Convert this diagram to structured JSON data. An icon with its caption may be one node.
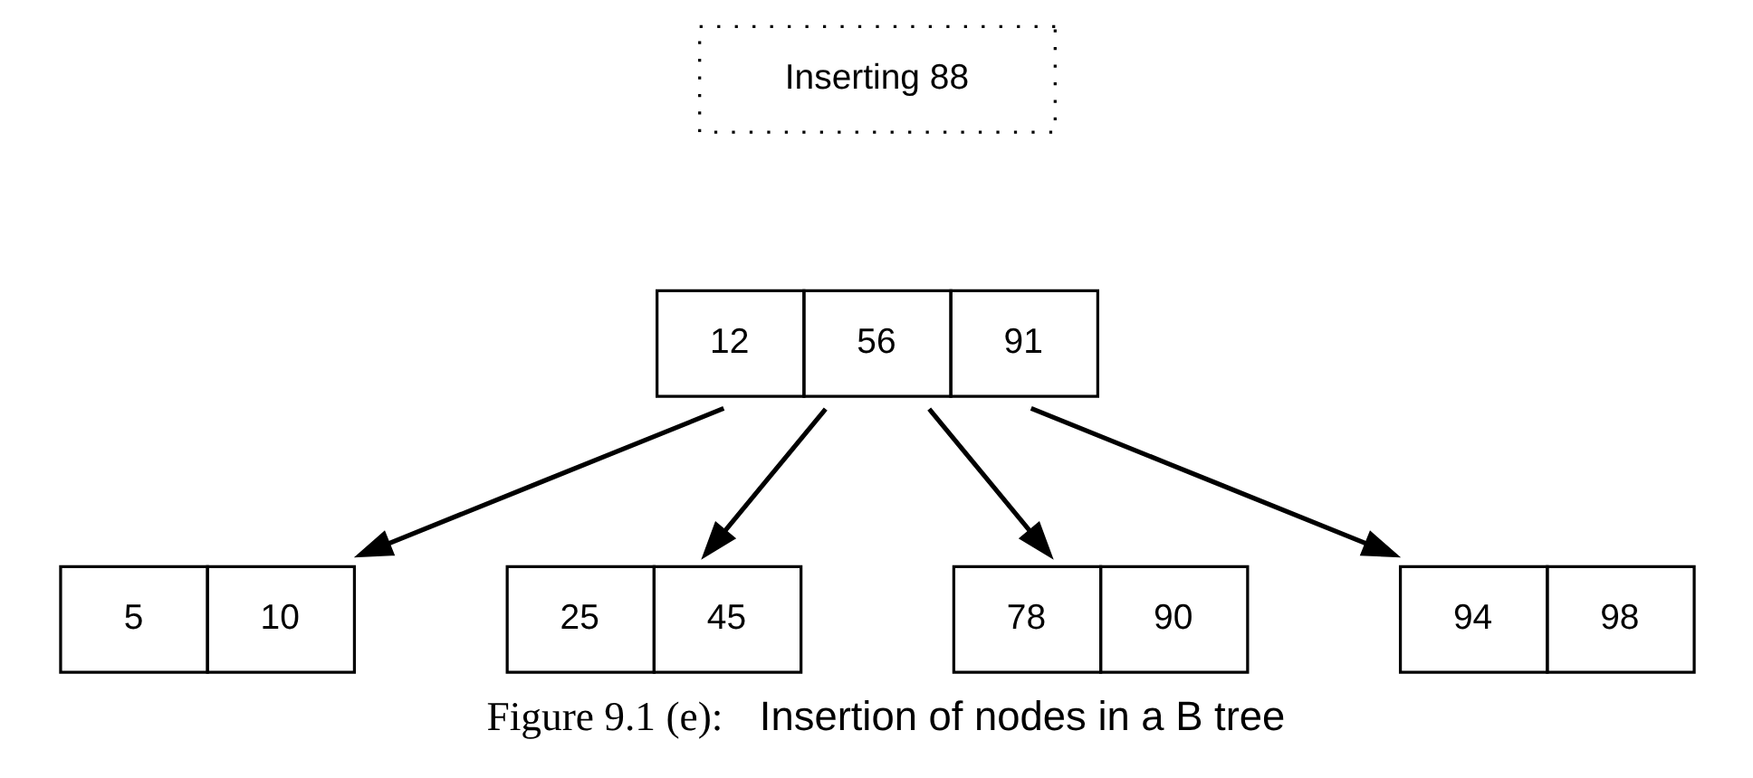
{
  "diagram": {
    "caption": "**Figure 9.1 (e):** Insertion of nodes in a B tree",
    "nodes": [
      {
        "text": [
          "Inserting 88"
        ]
      },
      {
        "text": [
          "12",
          "56",
          "91"
        ]
      },
      {
        "text": [
          "5",
          "10"
        ]
      },
      {
        "text": [
          "25",
          "45"
        ]
      },
      {
        "text": [
          "78",
          "90"
        ]
      },
      {
        "text": [
          "94",
          "98"
        ]
      }
    ],
    "edges": [
      {
        "from": 1,
        "to": 2,
        "arrow": "to"
      },
      {
        "from": 1,
        "to": 3,
        "arrow": "to"
      },
      {
        "from": 1,
        "to": 4,
        "arrow": "to"
      },
      {
        "from": 1,
        "to": 5,
        "arrow": "to"
      }
    ]
  }
}
